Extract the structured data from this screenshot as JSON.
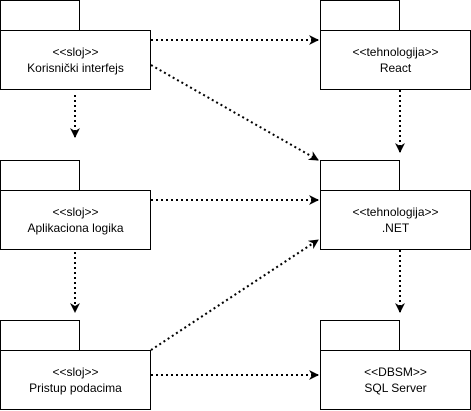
{
  "packages": [
    {
      "id": "ui",
      "stereotype": "<<sloj>>",
      "name": "Korisnički interfejs"
    },
    {
      "id": "logic",
      "stereotype": "<<sloj>>",
      "name": "Aplikaciona logika"
    },
    {
      "id": "data",
      "stereotype": "<<sloj>>",
      "name": "Pristup podacima"
    },
    {
      "id": "react",
      "stereotype": "<<tehnologija>>",
      "name": "React"
    },
    {
      "id": "dotnet",
      "stereotype": "<<tehnologija>>",
      "name": ".NET"
    },
    {
      "id": "sql",
      "stereotype": "<<DBSM>>",
      "name": "SQL Server"
    }
  ],
  "dependencies": [
    {
      "from": "ui",
      "to": "react"
    },
    {
      "from": "ui",
      "to": "dotnet"
    },
    {
      "from": "ui",
      "to": "logic"
    },
    {
      "from": "logic",
      "to": "dotnet"
    },
    {
      "from": "logic",
      "to": "data"
    },
    {
      "from": "data",
      "to": "dotnet"
    },
    {
      "from": "data",
      "to": "sql"
    },
    {
      "from": "react",
      "to": "dotnet"
    },
    {
      "from": "dotnet",
      "to": "sql"
    }
  ],
  "style": {
    "line_color": "#000000",
    "line_style": "dotted"
  }
}
